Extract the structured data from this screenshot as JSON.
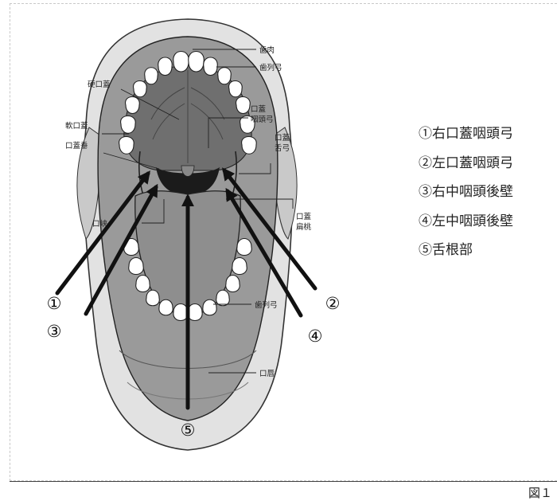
{
  "anatomy_labels": {
    "gingiva": "歯肉",
    "upper_dental_arch": "歯列弓",
    "hard_palate": "硬口蓋",
    "palatopharyngeal_arch": "口蓋\n咽頭弓",
    "soft_palate": "軟口蓋",
    "uvula": "口蓋垂",
    "palatoglossal_arch": "口蓋\n舌弓",
    "palatine_tonsil": "口蓋\n扁桃",
    "isthmus_of_fauces": "口峡",
    "lower_dental_arch": "歯列弓",
    "lips": "口唇"
  },
  "markers": [
    "①",
    "②",
    "③",
    "④",
    "⑤"
  ],
  "legend": [
    "①右口蓋咽頭弓",
    "②左口蓋咽頭弓",
    "③右中咽頭後壁",
    "④左中咽頭後壁",
    "⑤舌根部"
  ],
  "figure_caption": "図１"
}
